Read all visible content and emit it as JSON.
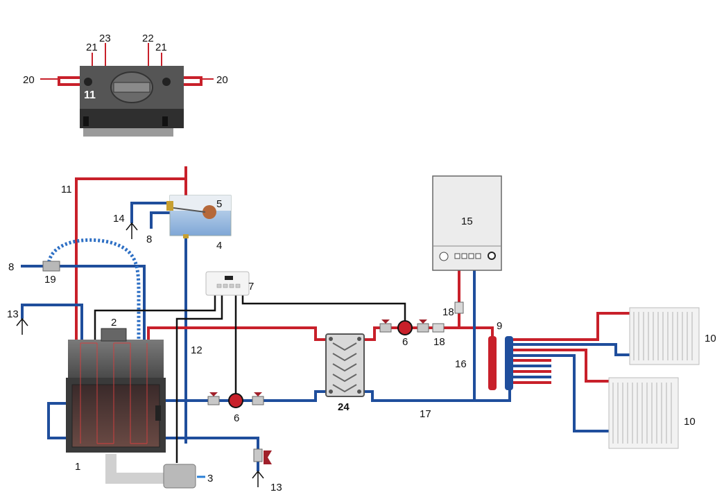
{
  "labels": {
    "l1": "1",
    "l2": "2",
    "l3": "3",
    "l4": "4",
    "l5": "5",
    "l6a": "6",
    "l6b": "6",
    "l7": "7",
    "l8a": "8",
    "l8b": "8",
    "l9": "9",
    "l10a": "10",
    "l10b": "10",
    "l11a": "11",
    "l11b": "11",
    "l12": "12",
    "l13a": "13",
    "l13b": "13",
    "l14": "14",
    "l15": "15",
    "l16": "16",
    "l17": "17",
    "l18a": "18",
    "l18b": "18",
    "l19": "19",
    "l20a": "20",
    "l20b": "20",
    "l21a": "21",
    "l21b": "21",
    "l22": "22",
    "l23": "23",
    "l24": "24"
  },
  "colors": {
    "supply": "#c8202a",
    "return": "#1f4e9c",
    "control": "#111111",
    "body": "#5a5a5a"
  }
}
